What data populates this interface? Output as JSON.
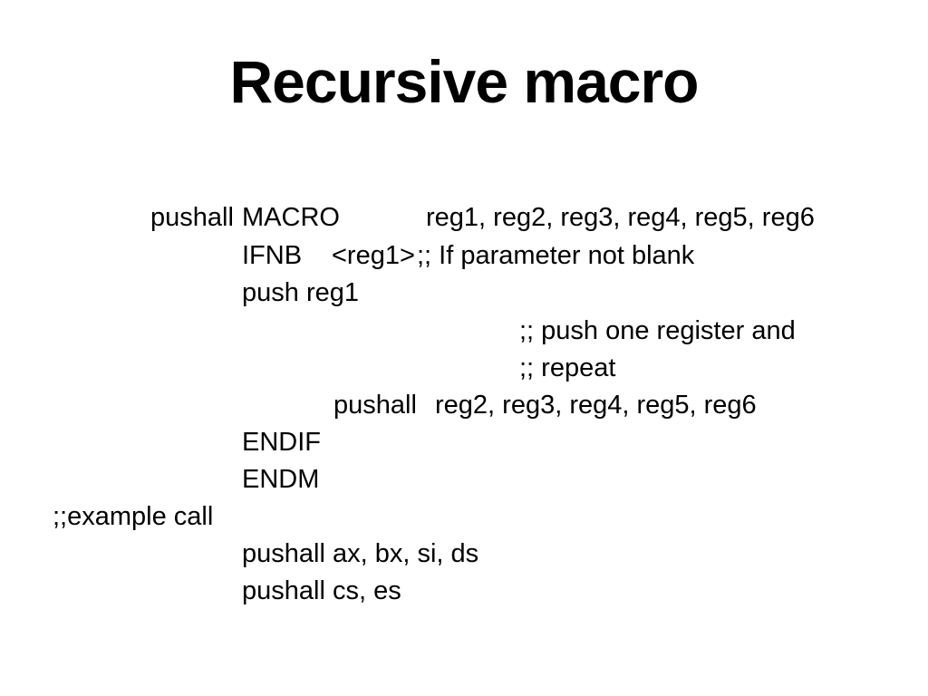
{
  "slide": {
    "title": "Recursive macro",
    "background_color": "#ffffff",
    "text_color": "#000000"
  },
  "code": {
    "lines": [
      {
        "segments": [
          "pushall",
          "MACRO",
          "reg1, reg2, reg3, reg4, reg5, reg6"
        ]
      },
      {
        "segments": [
          "IFNB",
          "<reg1>",
          ";; If parameter not blank"
        ]
      },
      {
        "segments": [
          "push reg1"
        ]
      },
      {
        "segments": [
          ";; push one register and"
        ]
      },
      {
        "segments": [
          ";; repeat"
        ]
      },
      {
        "segments": [
          "pushall",
          "reg2, reg3, reg4, reg5, reg6"
        ]
      },
      {
        "segments": [
          "ENDIF"
        ]
      },
      {
        "segments": [
          "ENDM"
        ]
      },
      {
        "segments": [
          ";;example call"
        ]
      },
      {
        "segments": [
          "pushall",
          "ax, bx, si, ds"
        ]
      },
      {
        "segments": [
          "pushall",
          "cs, es"
        ]
      }
    ]
  }
}
